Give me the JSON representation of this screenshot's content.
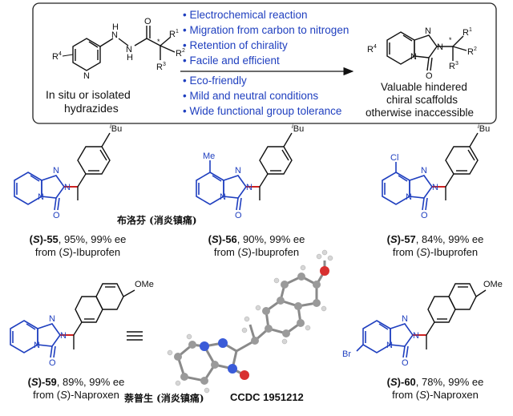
{
  "scheme": {
    "features": [
      "Electrochemical reaction",
      "Migration from carbon to nitrogen",
      "Retention of chirality",
      "Facile and efficient",
      "Eco-friendly",
      "Mild and neutral conditions",
      "Wide functional group tolerance"
    ],
    "left_caption_1": "In situ or isolated",
    "left_caption_2": "hydrazides",
    "right_caption_1": "Valuable hindered",
    "right_caption_2": "chiral scaffolds",
    "right_caption_3": "otherwise inaccessible",
    "accent_color": "#1f3fbf"
  },
  "atoms": {
    "N": "N",
    "NH": "H",
    "O": "O",
    "Me": "Me",
    "Cl": "Cl",
    "Br": "Br",
    "OMe": "OMe",
    "Bu": "Bu",
    "iso": "i",
    "R1": "R",
    "R1sup": "1",
    "R2sup": "2",
    "R3sup": "3",
    "R4sup": "4",
    "star": "*"
  },
  "compounds": [
    {
      "prefix": "(",
      "s": "S",
      "suffix": ")-55",
      "yield": ", 95%, 99% ee",
      "source_a": "from (",
      "source_s": "S",
      "source_b": ")-Ibuprofen"
    },
    {
      "prefix": "(",
      "s": "S",
      "suffix": ")-56",
      "yield": ", 90%, 99% ee",
      "source_a": "from (",
      "source_s": "S",
      "source_b": ")-Ibuprofen"
    },
    {
      "prefix": "(",
      "s": "S",
      "suffix": ")-57",
      "yield": ", 84%, 99% ee",
      "source_a": "from (",
      "source_s": "S",
      "source_b": ")-Ibuprofen"
    },
    {
      "prefix": "(",
      "s": "S",
      "suffix": ")-59",
      "yield": ", 89%, 99% ee",
      "source_a": "from (",
      "source_s": "S",
      "source_b": ")-Naproxen"
    },
    {
      "prefix": "(",
      "s": "S",
      "suffix": ")-60",
      "yield": ", 78%, 99% ee",
      "source_a": "from (",
      "source_s": "S",
      "source_b": ")-Naproxen"
    }
  ],
  "drug_notes": {
    "ibuprofen_cn": "布洛芬 (消炎镇痛)",
    "naproxen_cn": "萘普生 (消炎镇痛)"
  },
  "crystal": {
    "ccdc": "CCDC 1951212"
  }
}
